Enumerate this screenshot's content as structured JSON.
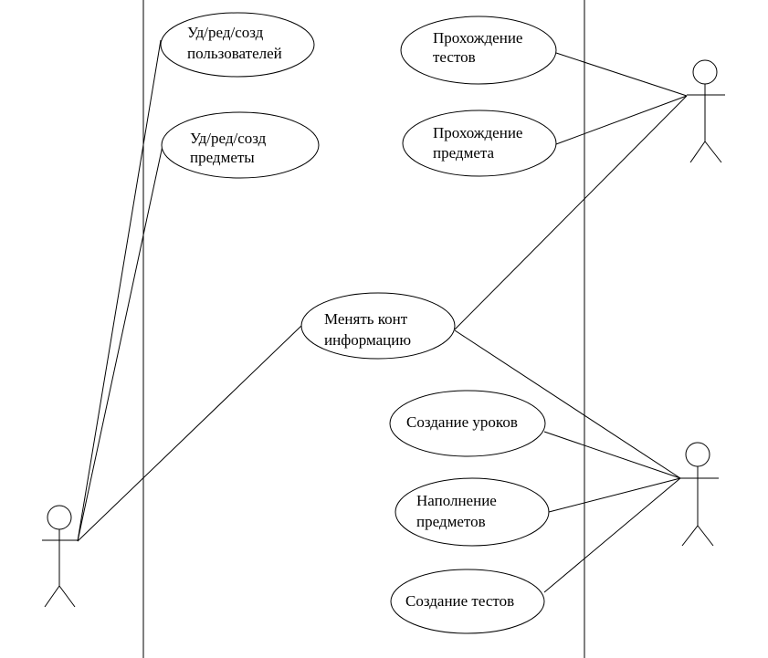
{
  "use_cases": [
    {
      "id": "uc-users",
      "lines": [
        "Уд/ред/созд",
        "пользователей"
      ]
    },
    {
      "id": "uc-subjects-edit",
      "lines": [
        "Уд/ред/созд",
        "предметы"
      ]
    },
    {
      "id": "uc-tests-pass",
      "lines": [
        "Прохождение",
        "тестов"
      ]
    },
    {
      "id": "uc-subject-pass",
      "lines": [
        "Прохождение",
        "предмета"
      ]
    },
    {
      "id": "uc-change-info",
      "lines": [
        "Менять конт",
        "информацию"
      ]
    },
    {
      "id": "uc-lessons",
      "lines": [
        "Создание уроков"
      ]
    },
    {
      "id": "uc-fill-subjects",
      "lines": [
        "Наполнение",
        "предметов"
      ]
    },
    {
      "id": "uc-tests-create",
      "lines": [
        "Создание тестов"
      ]
    }
  ],
  "actors": [
    {
      "id": "actor-left"
    },
    {
      "id": "actor-top-right"
    },
    {
      "id": "actor-bottom-right"
    }
  ],
  "associations": [
    {
      "from": "actor-left",
      "to": "uc-users"
    },
    {
      "from": "actor-left",
      "to": "uc-subjects-edit"
    },
    {
      "from": "actor-left",
      "to": "uc-change-info"
    },
    {
      "from": "actor-top-right",
      "to": "uc-tests-pass"
    },
    {
      "from": "actor-top-right",
      "to": "uc-subject-pass"
    },
    {
      "from": "actor-top-right",
      "to": "uc-change-info"
    },
    {
      "from": "actor-bottom-right",
      "to": "uc-change-info"
    },
    {
      "from": "actor-bottom-right",
      "to": "uc-lessons"
    },
    {
      "from": "actor-bottom-right",
      "to": "uc-fill-subjects"
    },
    {
      "from": "actor-bottom-right",
      "to": "uc-tests-create"
    }
  ],
  "colors": {
    "line": "#000000",
    "background": "#ffffff"
  }
}
